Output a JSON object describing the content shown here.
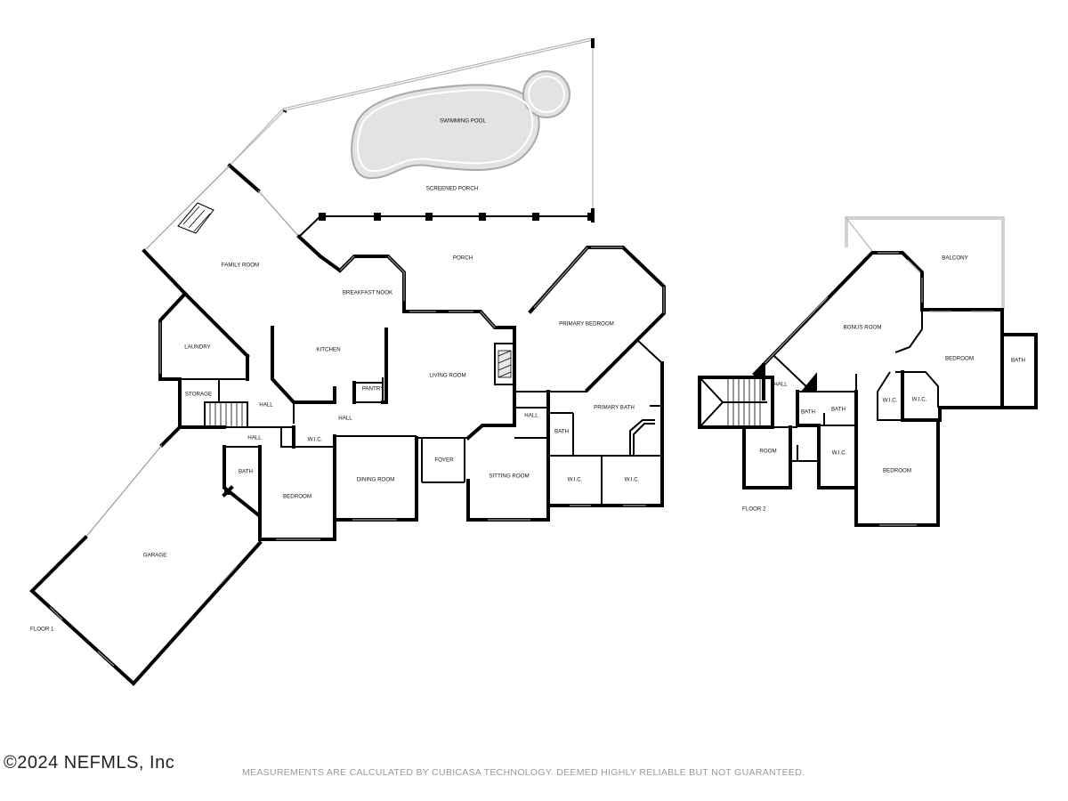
{
  "floor1": {
    "label": "FLOOR 1",
    "rooms": {
      "swimming_pool": "SWIMMING POOL",
      "screened_porch": "SCREENED PORCH",
      "porch": "PORCH",
      "family_room": "FAMILY ROOM",
      "breakfast_nook": "BREAKFAST NOOK",
      "primary_bedroom": "PRIMARY BEDROOM",
      "laundry": "LAUNDRY",
      "kitchen": "KITCHEN",
      "living_room": "LIVING ROOM",
      "pantry": "PANTRY",
      "storage": "STORAGE",
      "hall_left": "HALL",
      "hall_center": "HALL",
      "hall_right": "HALL",
      "hall_lower": "HALL",
      "primary_bath": "PRIMARY BATH",
      "wic_left": "W.I.C.",
      "bath_small": "BATH",
      "bath_left": "BATH",
      "foyer": "FOYER",
      "dining_room": "DINING ROOM",
      "sitting_room": "SITTING ROOM",
      "bedroom": "BEDROOM",
      "wic_bath_a": "W.I.C.",
      "wic_bath_b": "W.I.C.",
      "garage": "GARAGE"
    }
  },
  "floor2": {
    "label": "FLOOR 2",
    "rooms": {
      "balcony": "BALCONY",
      "bonus_room": "BONUS ROOM",
      "bedroom_upper": "BEDROOM",
      "bath_upper": "BATH",
      "hall": "HALL",
      "wic_a": "W.I.C.",
      "wic_b": "W.I.C.",
      "bath_a": "BATH",
      "bath_b": "BATH",
      "room": "ROOM",
      "wic_c": "W.I.C.",
      "bedroom_lower": "BEDROOM"
    }
  },
  "footer": {
    "copyright": "©2024 NEFMLS, Inc",
    "disclaimer": "MEASUREMENTS ARE CALCULATED BY CUBICASA TECHNOLOGY. DEEMED HIGHLY RELIABLE BUT NOT GUARANTEED."
  }
}
